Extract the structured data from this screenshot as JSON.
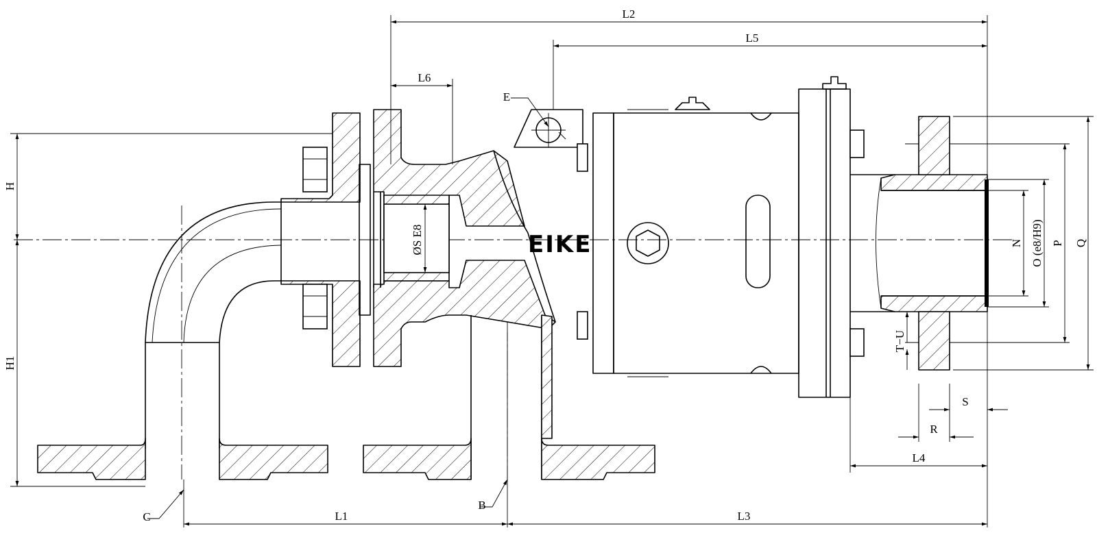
{
  "drawing": {
    "brand_text": "EIKE",
    "dimensions": {
      "L1": "L1",
      "L2": "L2",
      "L3": "L3",
      "L4": "L4",
      "L5": "L5",
      "L6": "L6",
      "H": "H",
      "H1": "H1",
      "N": "N",
      "P": "P",
      "Q": "Q",
      "R": "R",
      "S": "S",
      "T_U": "T−U",
      "O_fit": "O (e8/H9)",
      "S_fit": "ØS E8"
    },
    "callouts": {
      "B": "B",
      "C": "C",
      "E": "E"
    }
  }
}
